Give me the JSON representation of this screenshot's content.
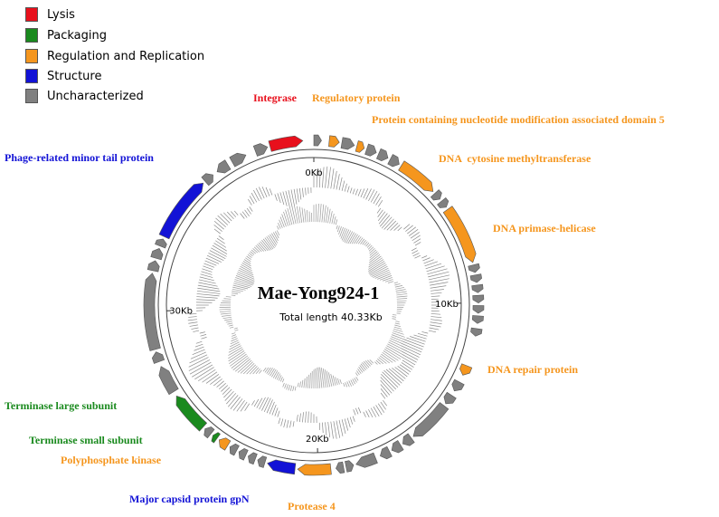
{
  "colors": {
    "lysis": "#e8101c",
    "packaging": "#1a8a1e",
    "regulation": "#f5961e",
    "structure": "#1212d6",
    "uncharacterized": "#808080",
    "ring": "#444444"
  },
  "legend": [
    {
      "label": "Lysis",
      "color": "#e8101c"
    },
    {
      "label": "Packaging",
      "color": "#1a8a1e"
    },
    {
      "label": "Regulation and Replication",
      "color": "#f5961e"
    },
    {
      "label": "Structure",
      "color": "#1212d6"
    },
    {
      "label": "Uncharacterized",
      "color": "#808080"
    }
  ],
  "genome": {
    "name": "Mae-Yong924-1",
    "length_label": "Total length 40.33Kb",
    "total_kb": 40.33,
    "ticks": [
      {
        "kb": 0,
        "label": "0Kb"
      },
      {
        "kb": 10,
        "label": "10Kb"
      },
      {
        "kb": 20,
        "label": "20Kb"
      },
      {
        "kb": 30,
        "label": "30Kb"
      }
    ]
  },
  "genes": [
    {
      "start": 0.0,
      "end": 0.3,
      "strand": 1,
      "cat": "uncharacterized"
    },
    {
      "start": 0.6,
      "end": 1.0,
      "strand": 1,
      "cat": "regulation"
    },
    {
      "start": 1.1,
      "end": 1.6,
      "strand": 1,
      "cat": "uncharacterized"
    },
    {
      "start": 1.7,
      "end": 2.0,
      "strand": 1,
      "cat": "regulation"
    },
    {
      "start": 2.1,
      "end": 2.5,
      "strand": 1,
      "cat": "uncharacterized"
    },
    {
      "start": 2.6,
      "end": 3.0,
      "strand": 1,
      "cat": "uncharacterized"
    },
    {
      "start": 3.1,
      "end": 3.5,
      "strand": 1,
      "cat": "uncharacterized"
    },
    {
      "start": 3.6,
      "end": 5.2,
      "strand": 1,
      "cat": "regulation"
    },
    {
      "start": 5.3,
      "end": 5.6,
      "strand": 1,
      "cat": "uncharacterized"
    },
    {
      "start": 5.7,
      "end": 6.0,
      "strand": 1,
      "cat": "uncharacterized"
    },
    {
      "start": 6.1,
      "end": 8.4,
      "strand": 1,
      "cat": "regulation"
    },
    {
      "start": 8.5,
      "end": 8.8,
      "strand": 1,
      "cat": "uncharacterized"
    },
    {
      "start": 8.9,
      "end": 9.2,
      "strand": 1,
      "cat": "uncharacterized"
    },
    {
      "start": 9.3,
      "end": 9.6,
      "strand": 1,
      "cat": "uncharacterized"
    },
    {
      "start": 9.7,
      "end": 10.0,
      "strand": 1,
      "cat": "uncharacterized"
    },
    {
      "start": 10.1,
      "end": 10.4,
      "strand": 1,
      "cat": "uncharacterized"
    },
    {
      "start": 10.5,
      "end": 10.8,
      "strand": 1,
      "cat": "uncharacterized"
    },
    {
      "start": 11.0,
      "end": 11.3,
      "strand": 1,
      "cat": "uncharacterized"
    },
    {
      "start": 12.5,
      "end": 12.9,
      "strand": 1,
      "cat": "regulation"
    },
    {
      "start": 13.2,
      "end": 13.6,
      "strand": 1,
      "cat": "uncharacterized"
    },
    {
      "start": 13.8,
      "end": 14.2,
      "strand": 1,
      "cat": "uncharacterized"
    },
    {
      "start": 14.3,
      "end": 16.0,
      "strand": 1,
      "cat": "uncharacterized"
    },
    {
      "start": 16.1,
      "end": 16.5,
      "strand": 1,
      "cat": "uncharacterized"
    },
    {
      "start": 16.6,
      "end": 17.0,
      "strand": 1,
      "cat": "uncharacterized"
    },
    {
      "start": 17.1,
      "end": 17.5,
      "strand": 1,
      "cat": "uncharacterized"
    },
    {
      "start": 17.7,
      "end": 18.5,
      "strand": 1,
      "cat": "uncharacterized"
    },
    {
      "start": 18.6,
      "end": 18.9,
      "strand": -1,
      "cat": "uncharacterized"
    },
    {
      "start": 19.0,
      "end": 19.3,
      "strand": 1,
      "cat": "uncharacterized"
    },
    {
      "start": 19.5,
      "end": 20.8,
      "strand": 1,
      "cat": "regulation"
    },
    {
      "start": 20.9,
      "end": 22.0,
      "strand": 1,
      "cat": "structure"
    },
    {
      "start": 22.1,
      "end": 22.4,
      "strand": 1,
      "cat": "uncharacterized"
    },
    {
      "start": 22.5,
      "end": 22.8,
      "strand": 1,
      "cat": "uncharacterized"
    },
    {
      "start": 22.9,
      "end": 23.2,
      "strand": 1,
      "cat": "uncharacterized"
    },
    {
      "start": 23.3,
      "end": 23.6,
      "strand": 1,
      "cat": "uncharacterized"
    },
    {
      "start": 23.7,
      "end": 24.1,
      "strand": 1,
      "cat": "regulation"
    },
    {
      "start": 24.2,
      "end": 24.4,
      "strand": 1,
      "cat": "packaging"
    },
    {
      "start": 24.5,
      "end": 24.8,
      "strand": 1,
      "cat": "uncharacterized"
    },
    {
      "start": 24.9,
      "end": 26.5,
      "strand": 1,
      "cat": "packaging"
    },
    {
      "start": 26.7,
      "end": 27.8,
      "strand": 1,
      "cat": "uncharacterized"
    },
    {
      "start": 28.0,
      "end": 28.4,
      "strand": 1,
      "cat": "uncharacterized"
    },
    {
      "start": 28.5,
      "end": 31.5,
      "strand": 1,
      "cat": "uncharacterized"
    },
    {
      "start": 31.6,
      "end": 32.0,
      "strand": 1,
      "cat": "uncharacterized"
    },
    {
      "start": 32.1,
      "end": 32.5,
      "strand": 1,
      "cat": "uncharacterized"
    },
    {
      "start": 32.6,
      "end": 32.9,
      "strand": 1,
      "cat": "uncharacterized"
    },
    {
      "start": 33.0,
      "end": 35.6,
      "strand": 1,
      "cat": "structure"
    },
    {
      "start": 35.7,
      "end": 36.1,
      "strand": 1,
      "cat": "uncharacterized"
    },
    {
      "start": 36.3,
      "end": 36.8,
      "strand": -1,
      "cat": "uncharacterized"
    },
    {
      "start": 37.0,
      "end": 37.6,
      "strand": 1,
      "cat": "uncharacterized"
    },
    {
      "start": 38.0,
      "end": 38.5,
      "strand": 1,
      "cat": "uncharacterized"
    },
    {
      "start": 38.6,
      "end": 39.9,
      "strand": 1,
      "cat": "lysis"
    }
  ],
  "labels": [
    {
      "text": "Integrase",
      "cat": "lysis"
    },
    {
      "text": "Regulatory protein",
      "cat": "regulation"
    },
    {
      "text": "Protein containing nucleotide modification associated domain 5",
      "cat": "regulation"
    },
    {
      "text": "DNA  cytosine methyltransferase",
      "cat": "regulation"
    },
    {
      "text": "DNA primase-helicase",
      "cat": "regulation"
    },
    {
      "text": "DNA repair protein",
      "cat": "regulation"
    },
    {
      "text": "Protease 4",
      "cat": "regulation"
    },
    {
      "text": "Major capsid protein gpN",
      "cat": "structure"
    },
    {
      "text": "Polyphosphate kinase",
      "cat": "regulation"
    },
    {
      "text": "Terminase small subunit",
      "cat": "packaging"
    },
    {
      "text": "Terminase large subunit",
      "cat": "packaging"
    },
    {
      "text": "Phage-related minor tail protein",
      "cat": "structure"
    }
  ]
}
